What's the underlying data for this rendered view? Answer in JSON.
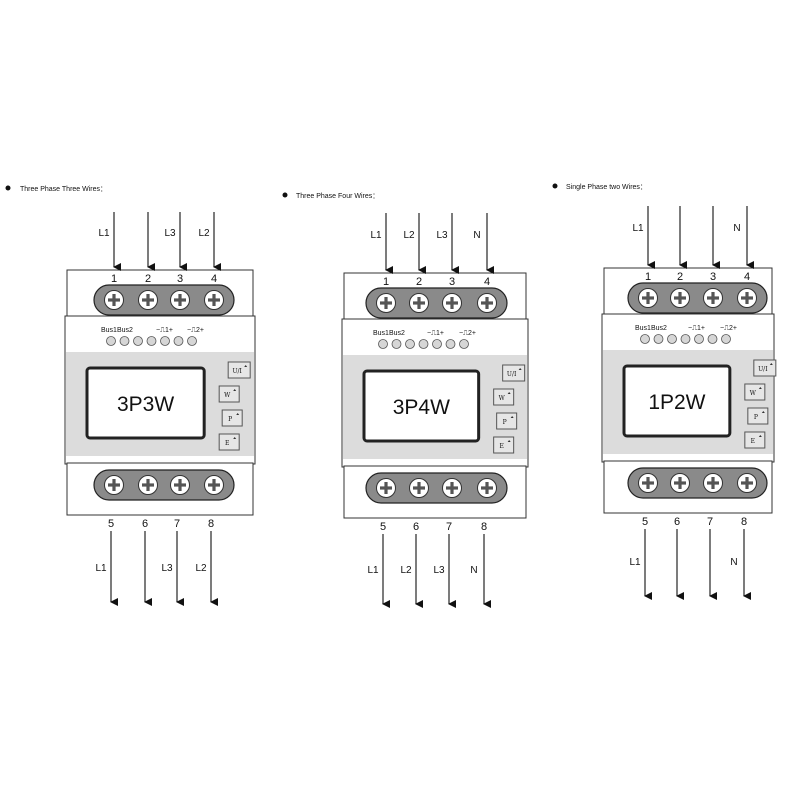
{
  "headings": [
    "Three Phase Three Wires：",
    "Three Phase Four Wires：",
    "Single Phase two Wires："
  ],
  "meters": [
    {
      "id": "3p3w",
      "display_text": "3P3W",
      "top_terminals": [
        "1",
        "2",
        "3",
        "4"
      ],
      "bottom_terminals": [
        "5",
        "6",
        "7",
        "8"
      ],
      "top_wire_labels": [
        "L1",
        "",
        "L3",
        "L2"
      ],
      "bottom_wire_labels": [
        "L1",
        "",
        "L3",
        "L2"
      ],
      "bus_label": "Bus1Bus2",
      "pulse1_label": "−⎍1+",
      "pulse2_label": "−⎍2+",
      "buttons": [
        "U/I",
        "W",
        "P",
        "E"
      ]
    },
    {
      "id": "3p4w",
      "display_text": "3P4W",
      "top_terminals": [
        "1",
        "2",
        "3",
        "4"
      ],
      "bottom_terminals": [
        "5",
        "6",
        "7",
        "8"
      ],
      "top_wire_labels": [
        "L1",
        "L2",
        "L3",
        "N"
      ],
      "bottom_wire_labels": [
        "L1",
        "L2",
        "L3",
        "N"
      ],
      "bus_label": "Bus1Bus2",
      "pulse1_label": "−⎍1+",
      "pulse2_label": "−⎍2+",
      "buttons": [
        "U/I",
        "W",
        "P",
        "E"
      ]
    },
    {
      "id": "1p2w",
      "display_text": "1P2W",
      "top_terminals": [
        "1",
        "2",
        "3",
        "4"
      ],
      "bottom_terminals": [
        "5",
        "6",
        "7",
        "8"
      ],
      "top_wire_labels": [
        "L1",
        "",
        "",
        "N"
      ],
      "bottom_wire_labels": [
        "L1",
        "",
        "",
        "N"
      ],
      "bus_label": "Bus1Bus2",
      "pulse1_label": "−⎍1+",
      "pulse2_label": "−⎍2+",
      "buttons": [
        "U/I",
        "W",
        "P",
        "E"
      ]
    }
  ],
  "colors": {
    "terminal_strip": "#8a8a8a",
    "screw": "#ffffff",
    "display_band": "#dcdcdc",
    "body": "#ffffff",
    "outline": "#333333"
  }
}
